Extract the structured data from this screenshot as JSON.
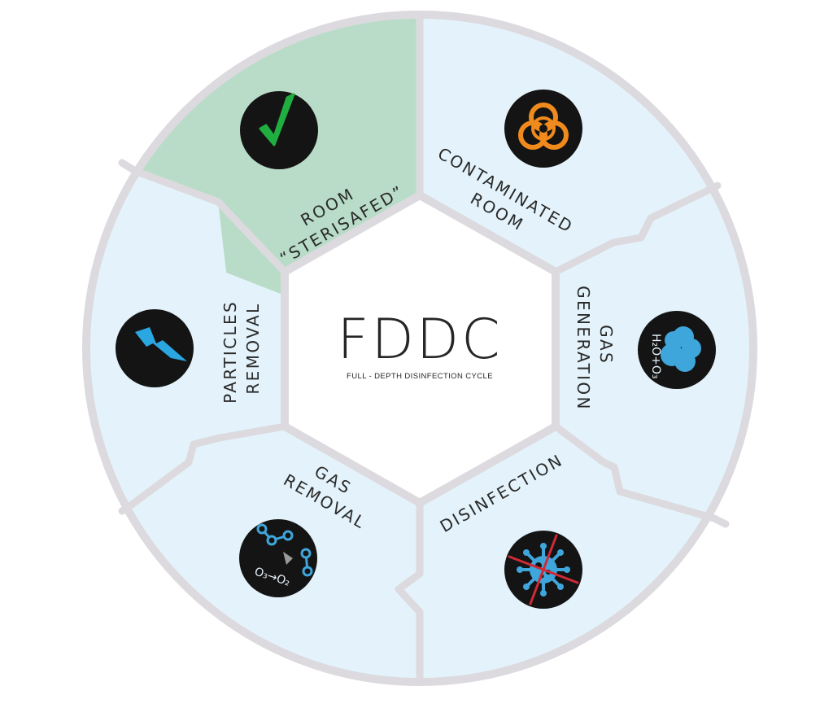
{
  "center": {
    "title": "FDDC",
    "subtitle": "FULL - DEPTH DISINFECTION CYCLE"
  },
  "segments": [
    {
      "id": "room-sterisafed",
      "lines": [
        "ROOM",
        "“STERISAFED”"
      ],
      "icon": "checkmark-icon",
      "state": "complete"
    },
    {
      "id": "contaminated-room",
      "lines": [
        "CONTAMINATED",
        "ROOM"
      ],
      "icon": "biohazard-icon",
      "state": "pending"
    },
    {
      "id": "gas-generation",
      "lines": [
        "GAS",
        "GENERATION"
      ],
      "icon": "cloud-icon",
      "formula": "H₂O+O₃",
      "state": "pending"
    },
    {
      "id": "disinfection",
      "lines": [
        "DISINFECTION"
      ],
      "icon": "virus-crossed-icon",
      "state": "pending"
    },
    {
      "id": "gas-removal",
      "lines": [
        "GAS",
        "REMOVAL"
      ],
      "icon": "molecule-icon",
      "formula": "O₃→O₂",
      "state": "pending"
    },
    {
      "id": "particles-removal",
      "lines": [
        "PARTICLES",
        "REMOVAL"
      ],
      "icon": "lightning-icon",
      "state": "pending"
    }
  ],
  "colors": {
    "complete_fill": "#b9dcc8",
    "pending_fill": "#e4f3fb",
    "border": "#dcdade",
    "icon_bg": "#141414",
    "check": "#1fae3f",
    "biohazard": "#f08a1c",
    "cloud": "#3fa6db",
    "virus": "#3fa6db",
    "cross": "#cf2a36",
    "bolt": "#2aa6e0",
    "molecule": "#3fa6db"
  }
}
